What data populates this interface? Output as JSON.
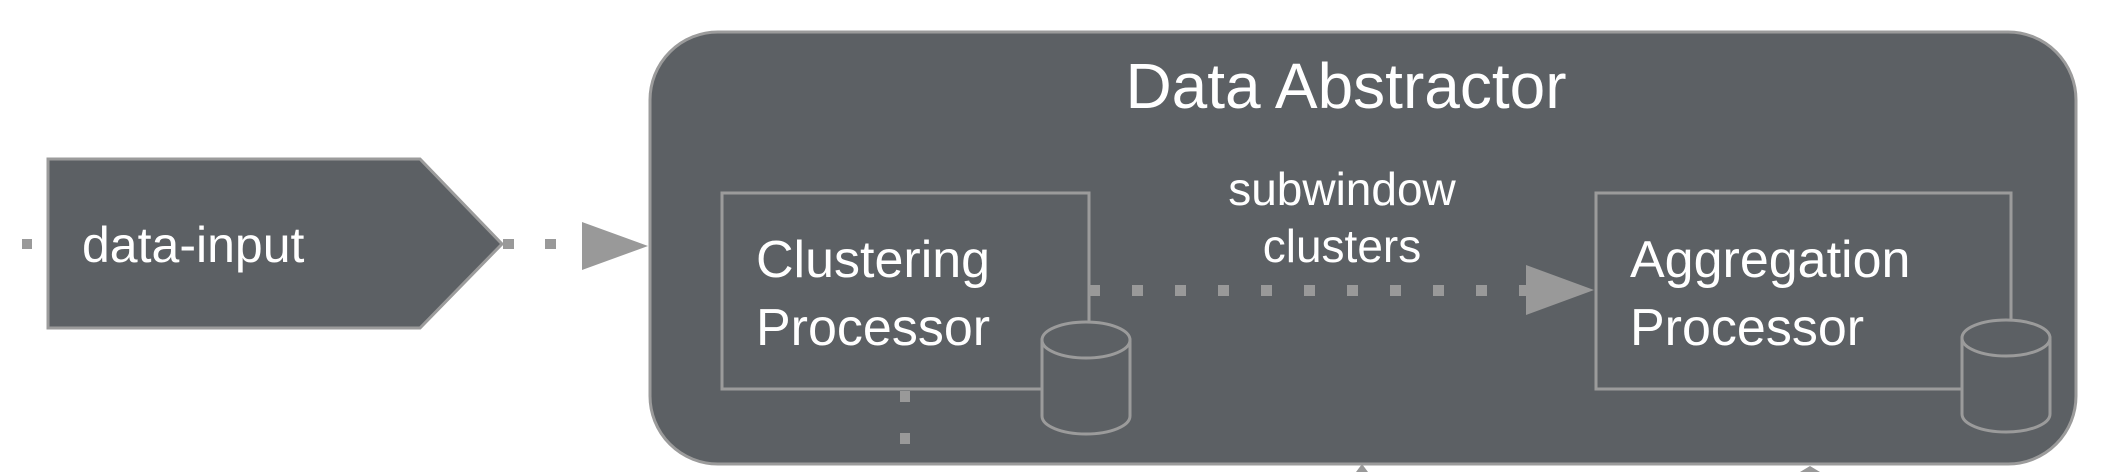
{
  "nodes": {
    "input": {
      "label": "data-input"
    },
    "container": {
      "title": "Data Abstractor"
    },
    "clustering": {
      "line1": "Clustering",
      "line2": "Processor"
    },
    "aggregation": {
      "line1": "Aggregation",
      "line2": "Processor"
    }
  },
  "edges": {
    "cluster_to_aggregation": {
      "line1": "subwindow",
      "line2": "clusters"
    }
  },
  "colors": {
    "node_fill": "#5c6064",
    "stroke": "#9b9b9b",
    "connector": "#999999",
    "text": "#ffffff"
  }
}
